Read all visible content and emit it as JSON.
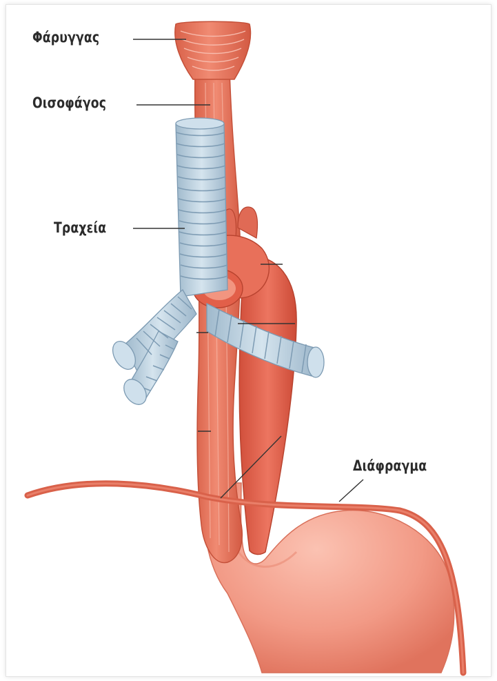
{
  "labels": {
    "pharynx": "Φάρυγγας",
    "esophagus": "Οισοφάγος",
    "trachea": "Τραχεία",
    "diaphragm": "Διάφραγμα"
  },
  "colors": {
    "muscle": "#e8735c",
    "muscle_dark": "#c9543f",
    "muscle_light": "#f4a08c",
    "trachea_ring": "#b8cfe0",
    "trachea_dark": "#7e9db4",
    "stomach": "#f29a86",
    "leader": "#333333"
  }
}
